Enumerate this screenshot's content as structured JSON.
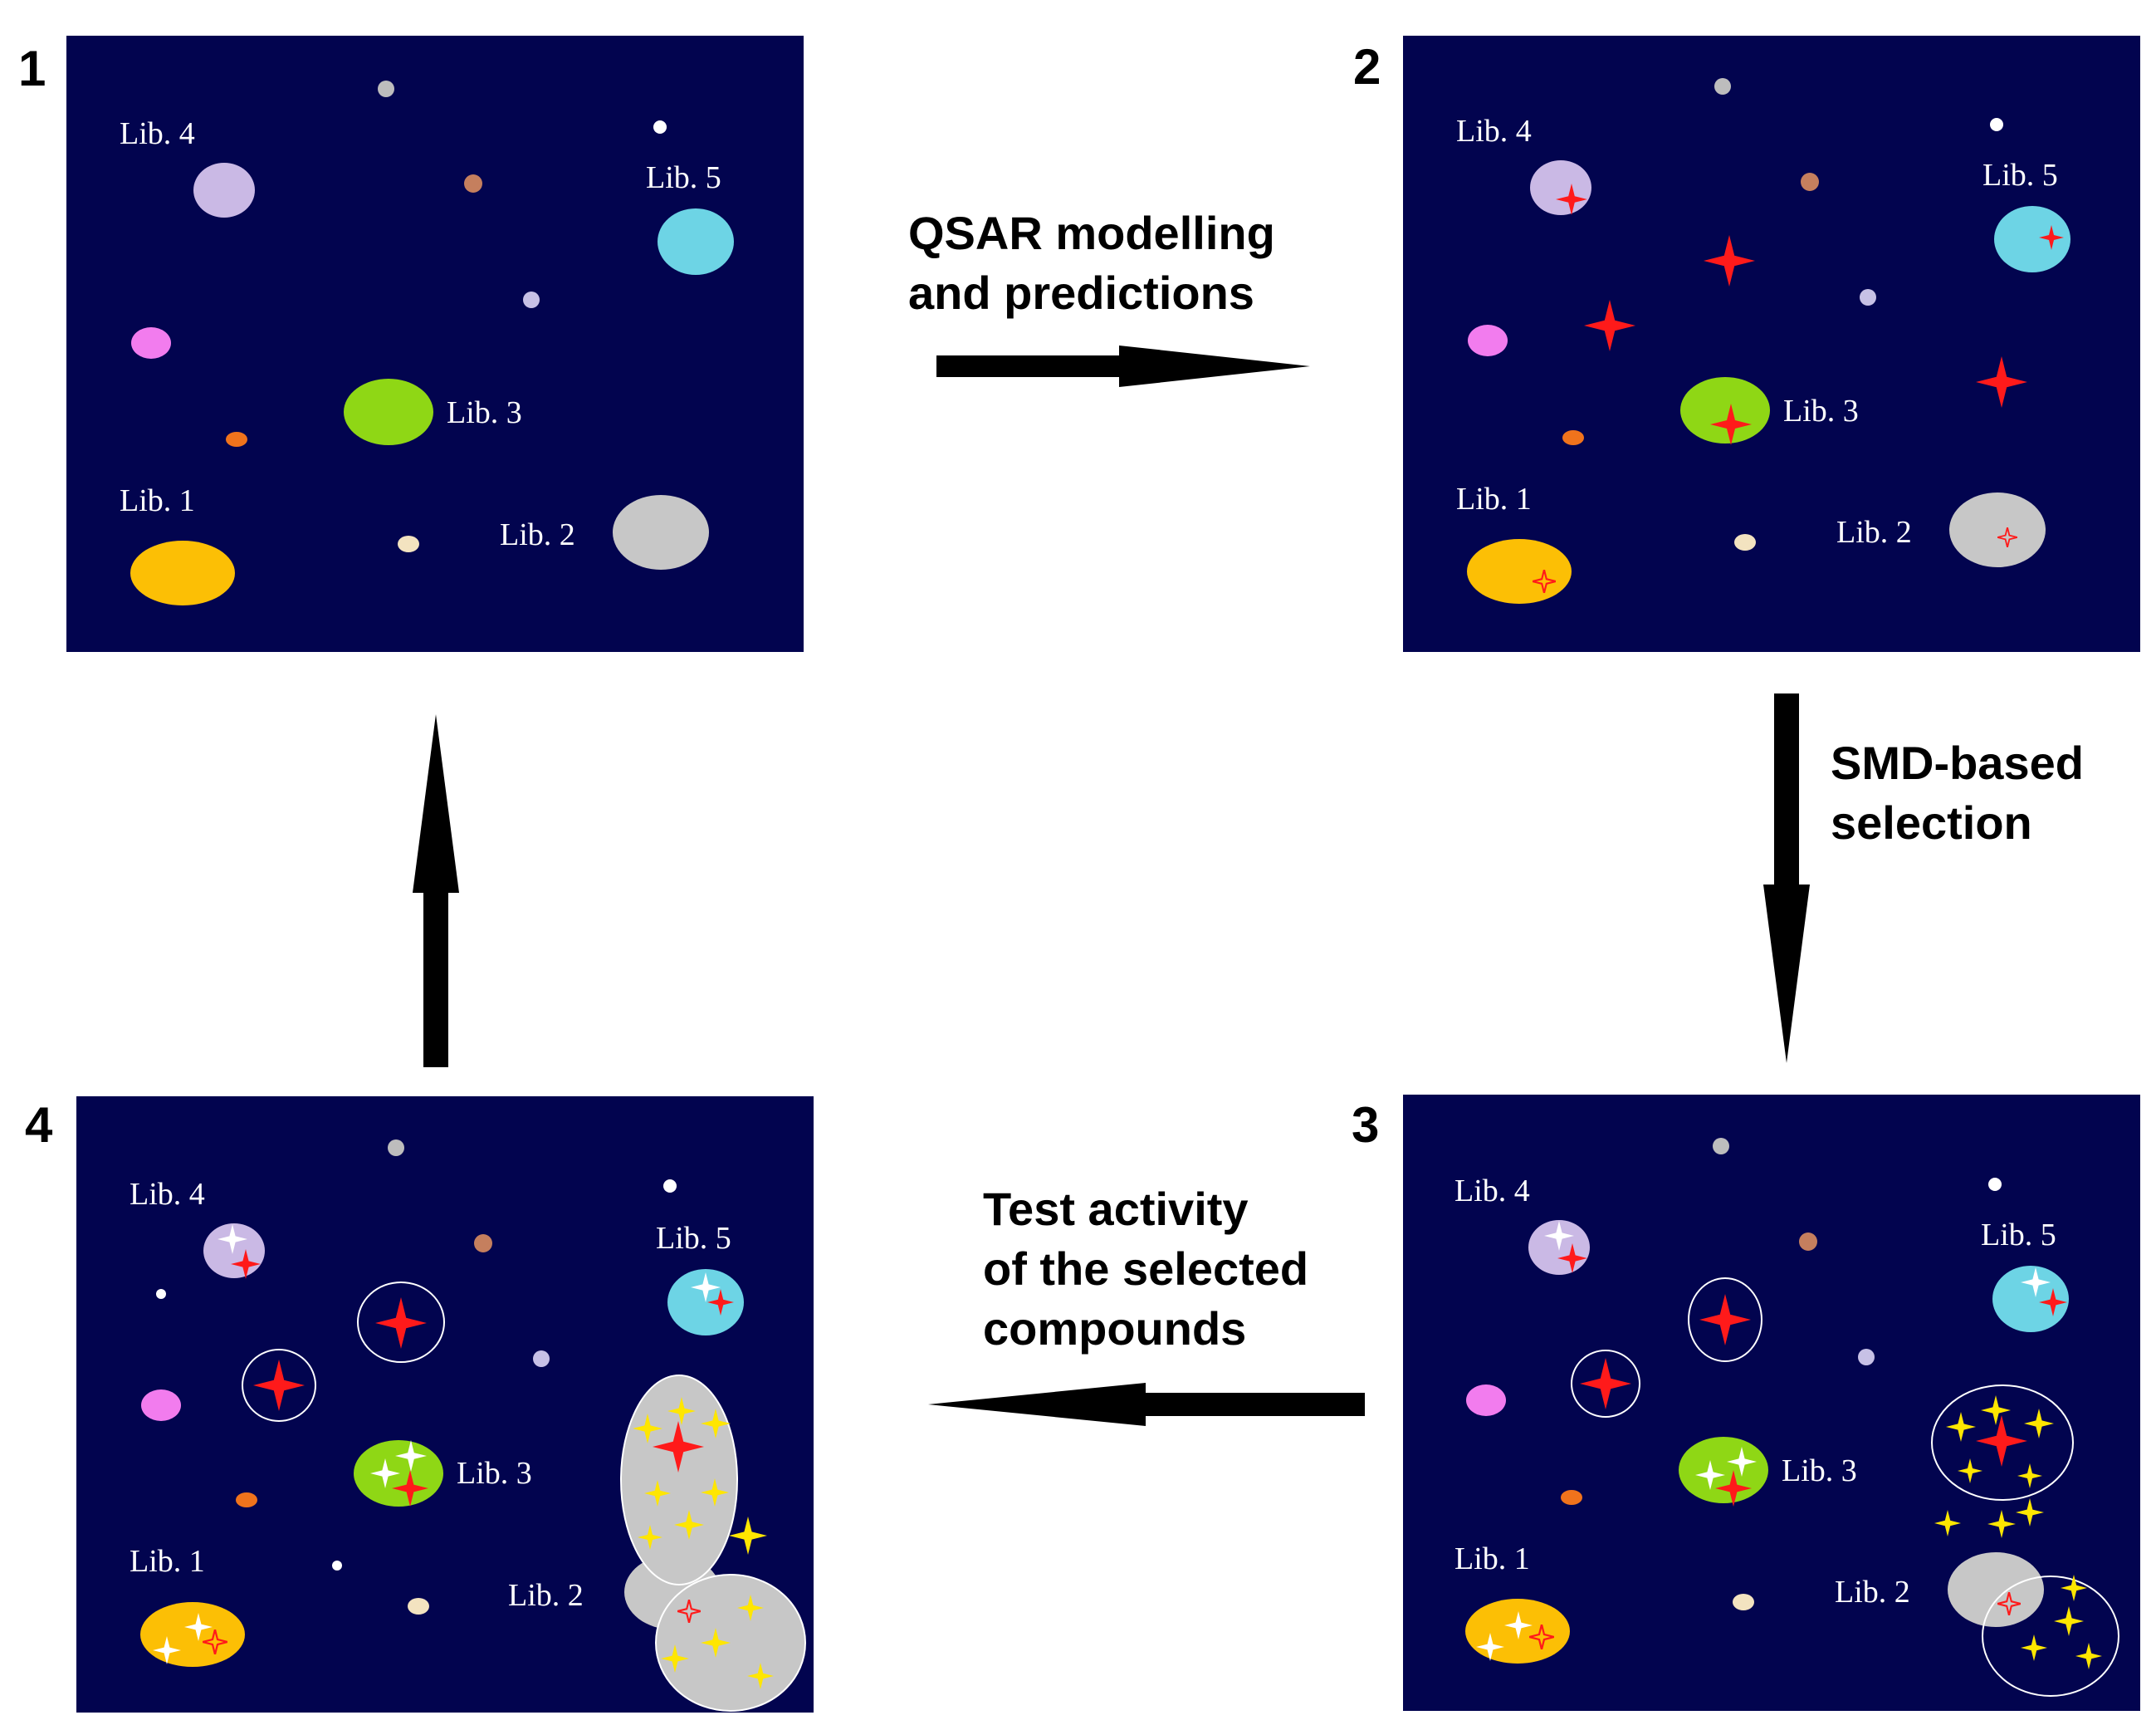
{
  "colors": {
    "panel_bg": "#02044f",
    "lib1": "#fcbf05",
    "lib2": "#c7c7c7",
    "lib3": "#8fd715",
    "lib4": "#cab9e5",
    "lib5": "#6dd4e5",
    "magenta": "#f27cee",
    "orange": "#f0731c",
    "brown": "#c57f5e",
    "lavender": "#c7c1e6",
    "cream": "#f3e3c0",
    "white": "#ffffff",
    "predicted_active": "#ff1a1a",
    "selected": "#ffe600",
    "tested_active": "#ffffff",
    "arrow": "#000000"
  },
  "panels": [
    {
      "number": "1",
      "libs": [
        "Lib. 1",
        "Lib. 2",
        "Lib. 3",
        "Lib. 4",
        "Lib. 5"
      ]
    },
    {
      "number": "2",
      "libs": [
        "Lib. 1",
        "Lib. 2",
        "Lib. 3",
        "Lib. 4",
        "Lib. 5"
      ]
    },
    {
      "number": "3",
      "libs": [
        "Lib. 1",
        "Lib. 2",
        "Lib. 3",
        "Lib. 4",
        "Lib. 5"
      ]
    },
    {
      "number": "4",
      "libs": [
        "Lib. 1",
        "Lib. 2",
        "Lib. 3",
        "Lib. 4",
        "Lib. 5"
      ]
    }
  ],
  "steps": {
    "qsar": [
      "QSAR modelling",
      "and predictions"
    ],
    "smd": [
      "SMD-based",
      "selection"
    ],
    "test": [
      "Test activity",
      "of the selected",
      "compounds"
    ]
  }
}
